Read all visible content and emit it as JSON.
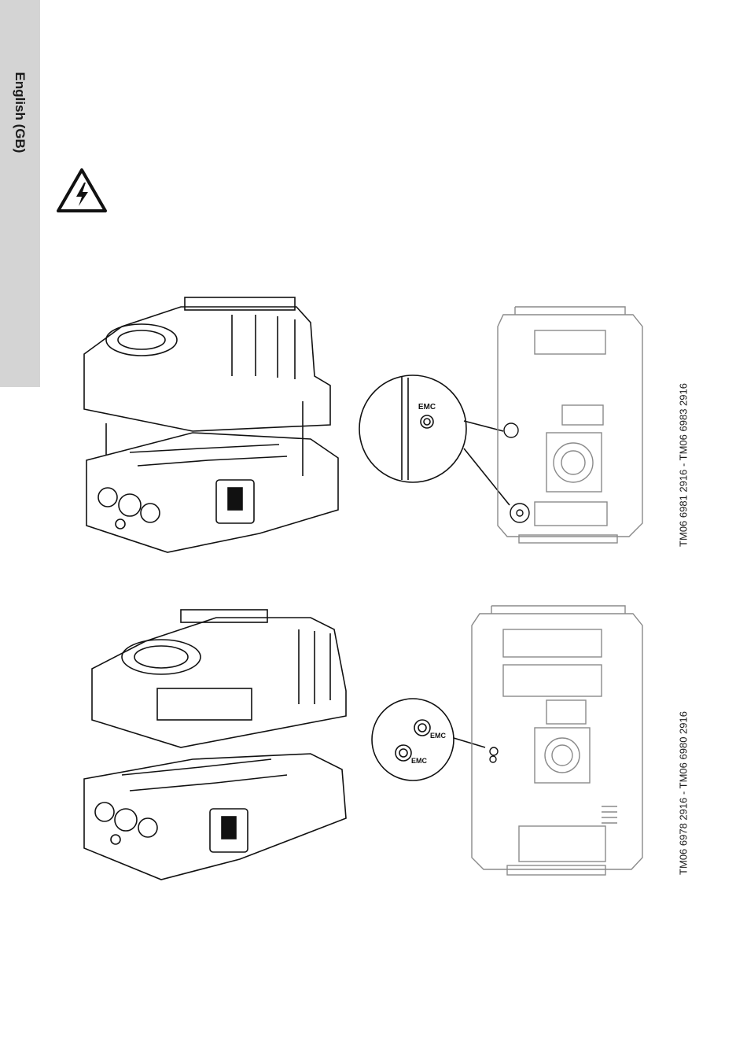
{
  "side_tab": {
    "label": "English (GB)"
  },
  "warning": {
    "icon": "electric-hazard-icon"
  },
  "figures": [
    {
      "callout_labels": [
        "EMC"
      ],
      "reference": "TM06 6981 2916 - TM06 6983 2916"
    },
    {
      "callout_labels": [
        "EMC",
        "EMC"
      ],
      "reference": "TM06 6978 2916 - TM06 6980 2916"
    }
  ]
}
